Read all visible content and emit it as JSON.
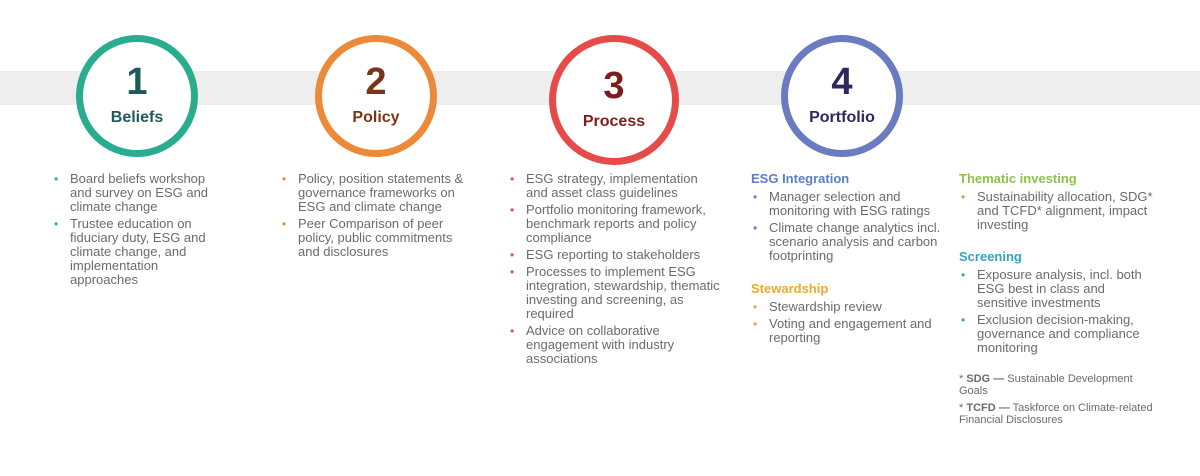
{
  "steps": [
    {
      "num": "1",
      "label": "Beliefs",
      "color": "#2aac8f"
    },
    {
      "num": "2",
      "label": "Policy",
      "color": "#ec8a3a"
    },
    {
      "num": "3",
      "label": "Process",
      "color": "#e64a49"
    },
    {
      "num": "4",
      "label": "Portfolio",
      "color": "#6a7bc0"
    }
  ],
  "beliefs": [
    "Board beliefs workshop and survey on ESG and climate change",
    "Trustee education on fiduciary duty, ESG and climate change, and implementation approaches"
  ],
  "policy": [
    "Policy, position statements & governance frameworks on ESG and climate change",
    "Peer Comparison of peer policy, public commitments and disclosures"
  ],
  "process": [
    "ESG strategy, implementation and asset class guidelines",
    "Portfolio monitoring framework, benchmark reports and policy compliance",
    "ESG reporting to stakeholders",
    "Processes to implement ESG integration, stewardship, thematic investing and screening, as required",
    "Advice on collaborative engagement with industry associations"
  ],
  "esg_integration": {
    "heading": "ESG Integration",
    "heading_color": "#5a7fc2",
    "items": [
      "Manager selection and monitoring with ESG ratings",
      "Climate change analytics incl. scenario analysis and carbon footprinting"
    ]
  },
  "stewardship": {
    "heading": "Stewardship",
    "heading_color": "#f0a830",
    "items": [
      "Stewardship review",
      "Voting and engagement and reporting"
    ]
  },
  "thematic": {
    "heading": "Thematic investing",
    "heading_color": "#8fc24a",
    "items": [
      "Sustainability allocation, SDG* and TCFD* alignment, impact investing"
    ]
  },
  "screening": {
    "heading": "Screening",
    "heading_color": "#34a3bf",
    "items": [
      "Exposure analysis, incl. both ESG best in class and sensitive investments",
      "Exclusion decision-making, governance and compliance monitoring"
    ]
  },
  "footnotes": [
    {
      "prefix": "* ",
      "term": "SDG —",
      "text": " Sustainable Development Goals"
    },
    {
      "prefix": "* ",
      "term": "TCFD —",
      "text": " Taskforce on Climate-related Financial Disclosures"
    }
  ]
}
